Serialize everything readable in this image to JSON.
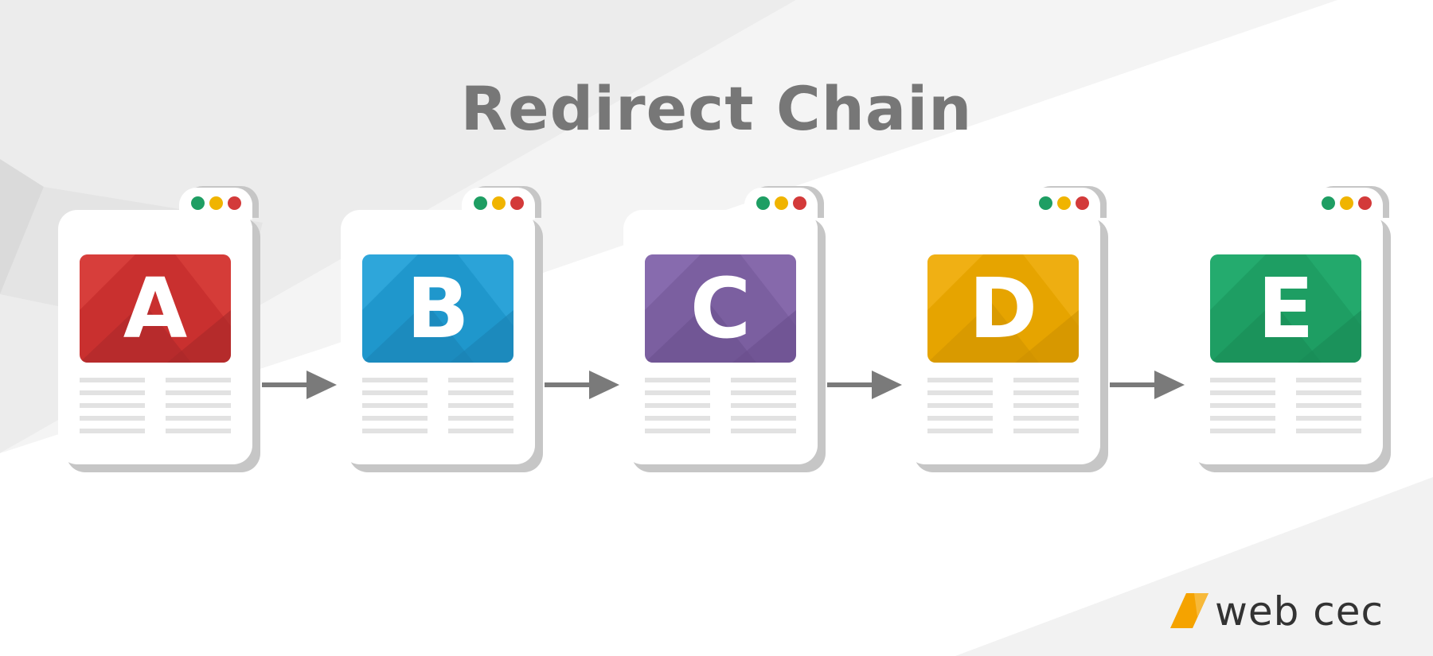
{
  "title": "Redirect Chain",
  "pages": [
    {
      "letter": "A",
      "color": "#c9302f",
      "light": "#dd4440",
      "dark": "#a8282a"
    },
    {
      "letter": "B",
      "color": "#1f97cc",
      "light": "#34ace0",
      "dark": "#1a82b3"
    },
    {
      "letter": "C",
      "color": "#7b5fa0",
      "light": "#8d70b3",
      "dark": "#6a4f8d"
    },
    {
      "letter": "D",
      "color": "#e6a400",
      "light": "#f3b51c",
      "dark": "#cd9100"
    },
    {
      "letter": "E",
      "color": "#1e9e63",
      "light": "#26b073",
      "dark": "#198a56"
    }
  ],
  "window_dots": [
    "#1e9e63",
    "#f0b400",
    "#d33a3a"
  ],
  "arrow_color": "#7a7a7a",
  "logo": {
    "text": "web cec",
    "accent": "#f5a300"
  }
}
